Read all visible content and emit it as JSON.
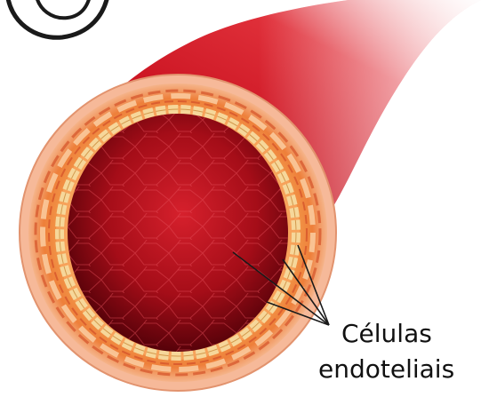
{
  "diagram": {
    "labels": {
      "line1": "Células",
      "line2": "endoteliais"
    },
    "colors": {
      "blood_dark": "#5e0009",
      "blood_mid": "#b5101d",
      "blood_light": "#e8303a",
      "vessel_outer": "#f7c09f",
      "muscle_layer": "#f08a3c",
      "muscle_dark": "#d4522a",
      "endothelium_cell": "#f6d79a",
      "endothelium_border": "#c9893a",
      "outline": "#1a1a1a"
    },
    "icons": [
      "blood-vessel-cross-section",
      "tube-outline"
    ]
  }
}
